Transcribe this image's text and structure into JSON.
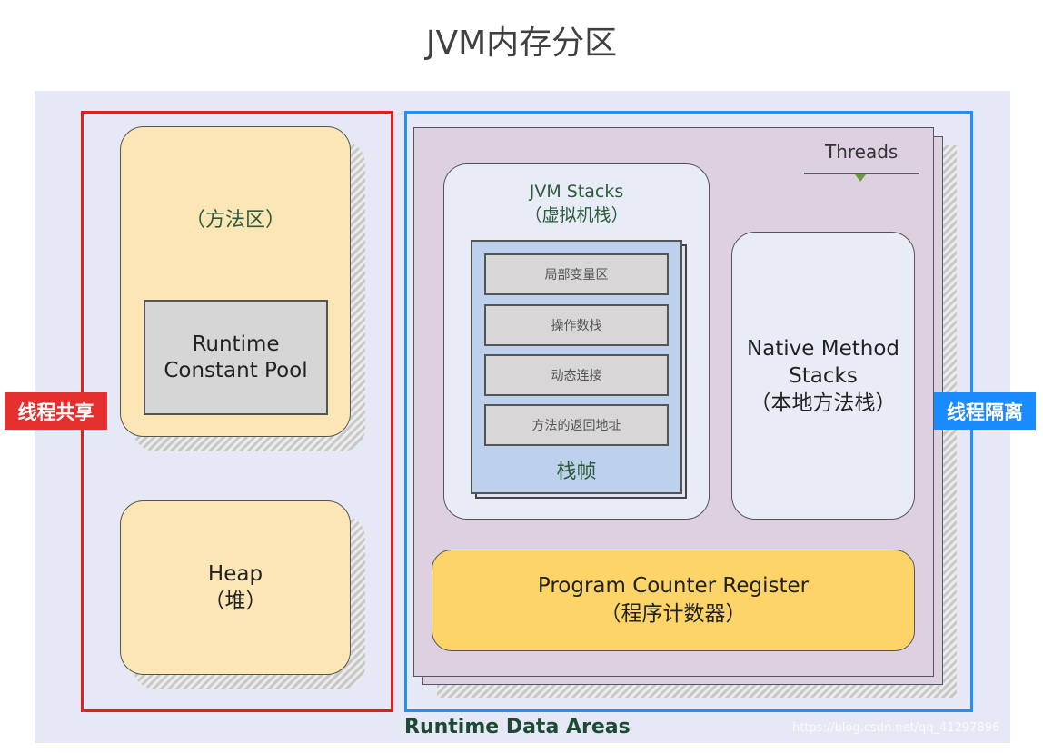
{
  "title": "JVM内存分区",
  "shared_label": "线程共享",
  "isolated_label": "线程隔离",
  "method_area": {
    "label": "（方法区）",
    "constant_pool": [
      "Runtime",
      "Constant Pool"
    ]
  },
  "heap": {
    "label": "Heap",
    "sub": "（堆）"
  },
  "threads": {
    "label": "Threads"
  },
  "jvm_stacks": {
    "label": "JVM Stacks",
    "sub": "（虚拟机栈）",
    "frame_label": "栈帧",
    "frame_items": [
      "局部变量区",
      "操作数栈",
      "动态连接",
      "方法的返回地址"
    ]
  },
  "native_stacks": {
    "lines": [
      "Native Method",
      "Stacks",
      "（本地方法栈）"
    ]
  },
  "pc_register": {
    "label": "Program Counter Register",
    "sub": "（程序计数器）"
  },
  "footer": "Runtime Data Areas",
  "watermark": "https://blog.csdn.net/qq_41297896",
  "colors": {
    "shared": "#e0201c",
    "isolated": "#1e90ff",
    "method_fill": "#fce6b6",
    "pc_fill": "#fdd468",
    "threads_fill": "#ddd0e0"
  }
}
